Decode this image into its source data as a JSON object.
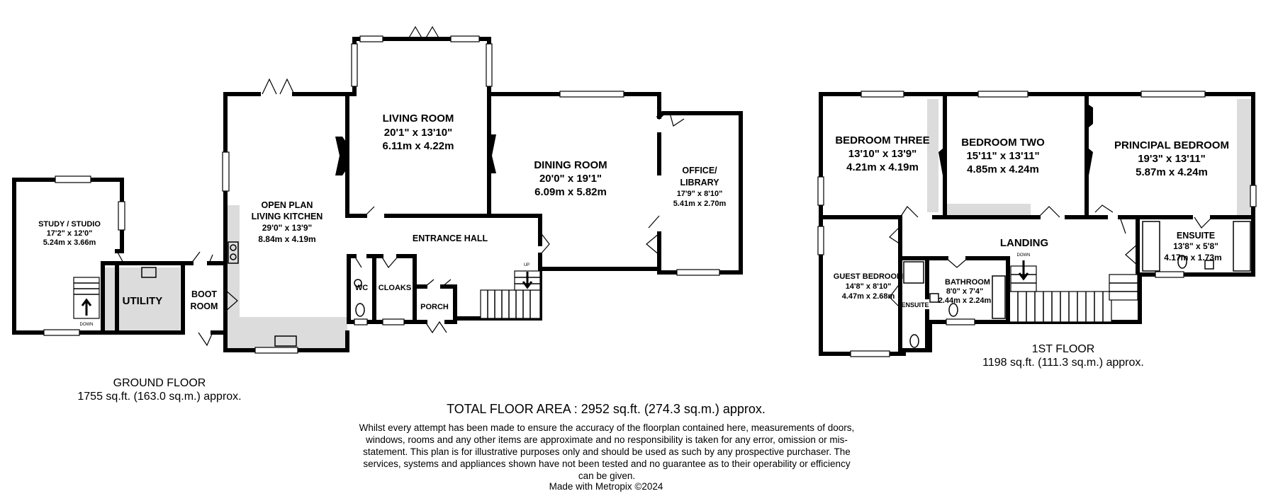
{
  "ground_floor": {
    "label": "GROUND FLOOR",
    "area": "1755 sq.ft. (163.0 sq.m.) approx.",
    "rooms": {
      "study": {
        "name": "STUDY / STUDIO",
        "imperial": "17'2\"  x 12'0\"",
        "metric": "5.24m  x 3.66m"
      },
      "utility": {
        "name": "UTILITY"
      },
      "boot_room": {
        "name_line1": "BOOT",
        "name_line2": "ROOM"
      },
      "kitchen": {
        "name_line1": "OPEN PLAN",
        "name_line2": "LIVING KITCHEN",
        "imperial": "29'0\"  x 13'9\"",
        "metric": "8.84m  x 4.19m"
      },
      "living": {
        "name": "LIVING ROOM",
        "imperial": "20'1\"  x 13'10\"",
        "metric": "6.11m  x 4.22m"
      },
      "dining": {
        "name": "DINING ROOM",
        "imperial": "20'0\"  x 19'1\"",
        "metric": "6.09m  x 5.82m"
      },
      "office": {
        "name_line1": "OFFICE/",
        "name_line2": "LIBRARY",
        "imperial": "17'9\"  x 8'10\"",
        "metric": "5.41m  x 2.70m"
      },
      "hall": {
        "name": "ENTRANCE HALL"
      },
      "wc": {
        "name": "WC"
      },
      "cloaks": {
        "name": "CLOAKS"
      },
      "porch": {
        "name": "PORCH"
      }
    },
    "stair_up": "UP",
    "stair_down": "DOWN"
  },
  "first_floor": {
    "label": "1ST FLOOR",
    "area": "1198 sq.ft. (111.3 sq.m.) approx.",
    "rooms": {
      "bed3": {
        "name": "BEDROOM THREE",
        "imperial": "13'10\"  x 13'9\"",
        "metric": "4.21m  x 4.19m"
      },
      "bed2": {
        "name": "BEDROOM TWO",
        "imperial": "15'11\"  x 13'11\"",
        "metric": "4.85m  x 4.24m"
      },
      "principal": {
        "name": "PRINCIPAL BEDROOM",
        "imperial": "19'3\"  x 13'11\"",
        "metric": "5.87m  x 4.24m"
      },
      "ensuite_main": {
        "name": "ENSUITE",
        "imperial": "13'8\"  x 5'8\"",
        "metric": "4.17m  x 1.73m"
      },
      "landing": {
        "name": "LANDING"
      },
      "guest": {
        "name": "GUEST BEDROOM",
        "imperial": "14'8\"  x 8'10\"",
        "metric": "4.47m  x 2.68m"
      },
      "ensuite_guest": {
        "name": "ENSUITE"
      },
      "bathroom": {
        "name": "BATHROOM",
        "imperial": "8'0\"  x 7'4\"",
        "metric": "2.44m  x 2.24m"
      }
    },
    "stair_down": "DOWN"
  },
  "total": "TOTAL FLOOR AREA : 2952 sq.ft. (274.3 sq.m.) approx.",
  "disclaimer": "Whilst every attempt has been made to ensure the accuracy of the floorplan contained here, measurements of doors, windows, rooms and any other items are approximate and no responsibility is taken for any error, omission or mis-statement. This plan is for illustrative purposes only and should be used as such by any prospective purchaser. The services, systems and appliances shown have not been tested and no guarantee as to their operability or efficiency can be given.",
  "credit": "Made with Metropix ©2024"
}
